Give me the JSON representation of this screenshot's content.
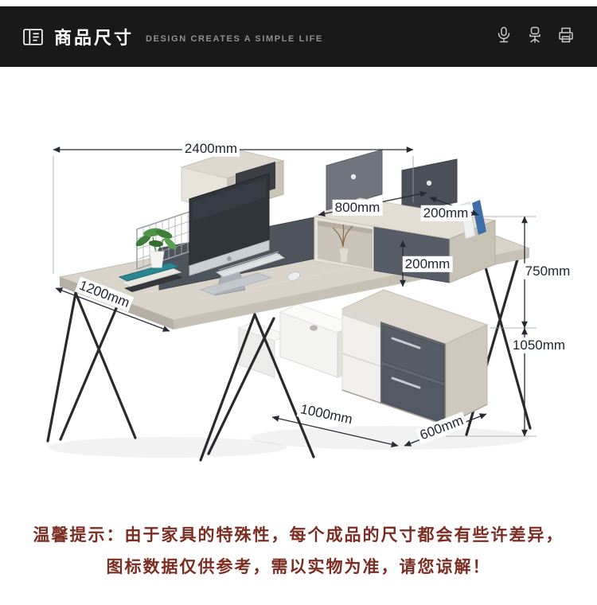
{
  "header": {
    "title": "商品尺寸",
    "subtitle": "DESIGN CREATES A SIMPLE LIFE",
    "left_icon": "catalog-icon",
    "right_icons": [
      "microphone-icon",
      "chair-icon",
      "printer-icon"
    ]
  },
  "diagram": {
    "dimensions": {
      "top_width": "2400mm",
      "desk_depth": "1200mm",
      "shelf_width": "800mm",
      "shelf_depth": "200mm",
      "shelf_height": "200mm",
      "upper_height": "750mm",
      "overall_height": "1050mm",
      "cabinet_length": "1000mm",
      "cabinet_depth": "600mm"
    }
  },
  "notice": {
    "line1": "温馨提示：由于家具的特殊性，每个成品的尺寸都会有些许差异，",
    "line2": "图标数据仅供参考，需以实物为准，请您谅解！"
  },
  "colors": {
    "header_bg": "#191919",
    "header_title": "#ffffff",
    "header_subtitle": "#8f8f8f",
    "dimension_text": "#21262e",
    "notice_text": "#7b2d22",
    "desk_wood": "#d9d3c9",
    "panel_dark": "#575d67",
    "metal_leg": "#2a2a2e"
  }
}
